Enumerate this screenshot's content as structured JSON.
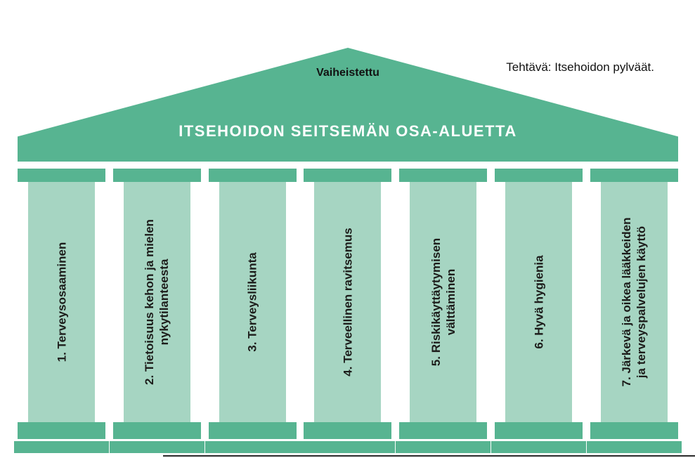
{
  "header": {
    "stage_label": "Vaiheistettu",
    "task_label": "Tehtävä: Itsehoidon pylväät.",
    "title": "ITSEHOIDON SEITSEMÄN OSA-ALUETTA"
  },
  "pillars": [
    {
      "label": "1. Terveysosaaminen"
    },
    {
      "label": "2. Tietoisuus kehon ja mielen\nnykytilanteesta"
    },
    {
      "label": "3. Terveysliikunta"
    },
    {
      "label": "4. Terveellinen ravitsemus"
    },
    {
      "label": "5. Riskikäyttäytymisen\nvälttäminen"
    },
    {
      "label": "6. Hyvä hygienia"
    },
    {
      "label": "7. Järkevä ja oikea lääkkeiden\nja terveyspalvelujen käyttö"
    }
  ],
  "colors": {
    "roof_green": "#57b491",
    "shaft_green": "#a6d5c2",
    "title_text": "#ffffff",
    "body_text": "#1d1d1b"
  }
}
